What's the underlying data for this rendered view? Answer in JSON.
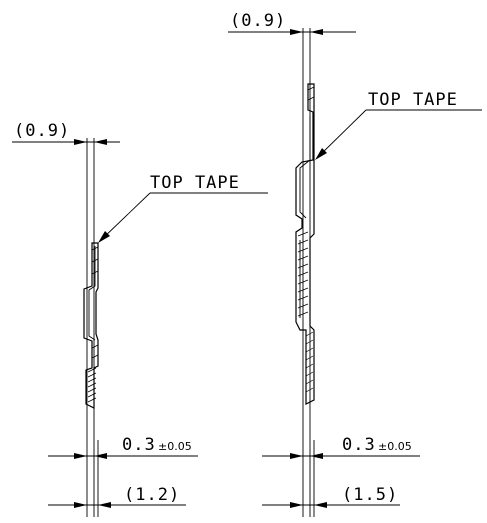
{
  "left_view": {
    "dim_top": "(0.9)",
    "label": "TOP TAPE",
    "dim_thickness": "0.3",
    "dim_thickness_tol": "±0.05",
    "dim_bottom": "(1.2)"
  },
  "right_view": {
    "dim_top": "(0.9)",
    "label": "TOP TAPE",
    "dim_thickness": "0.3",
    "dim_thickness_tol": "±0.05",
    "dim_bottom": "(1.5)"
  }
}
